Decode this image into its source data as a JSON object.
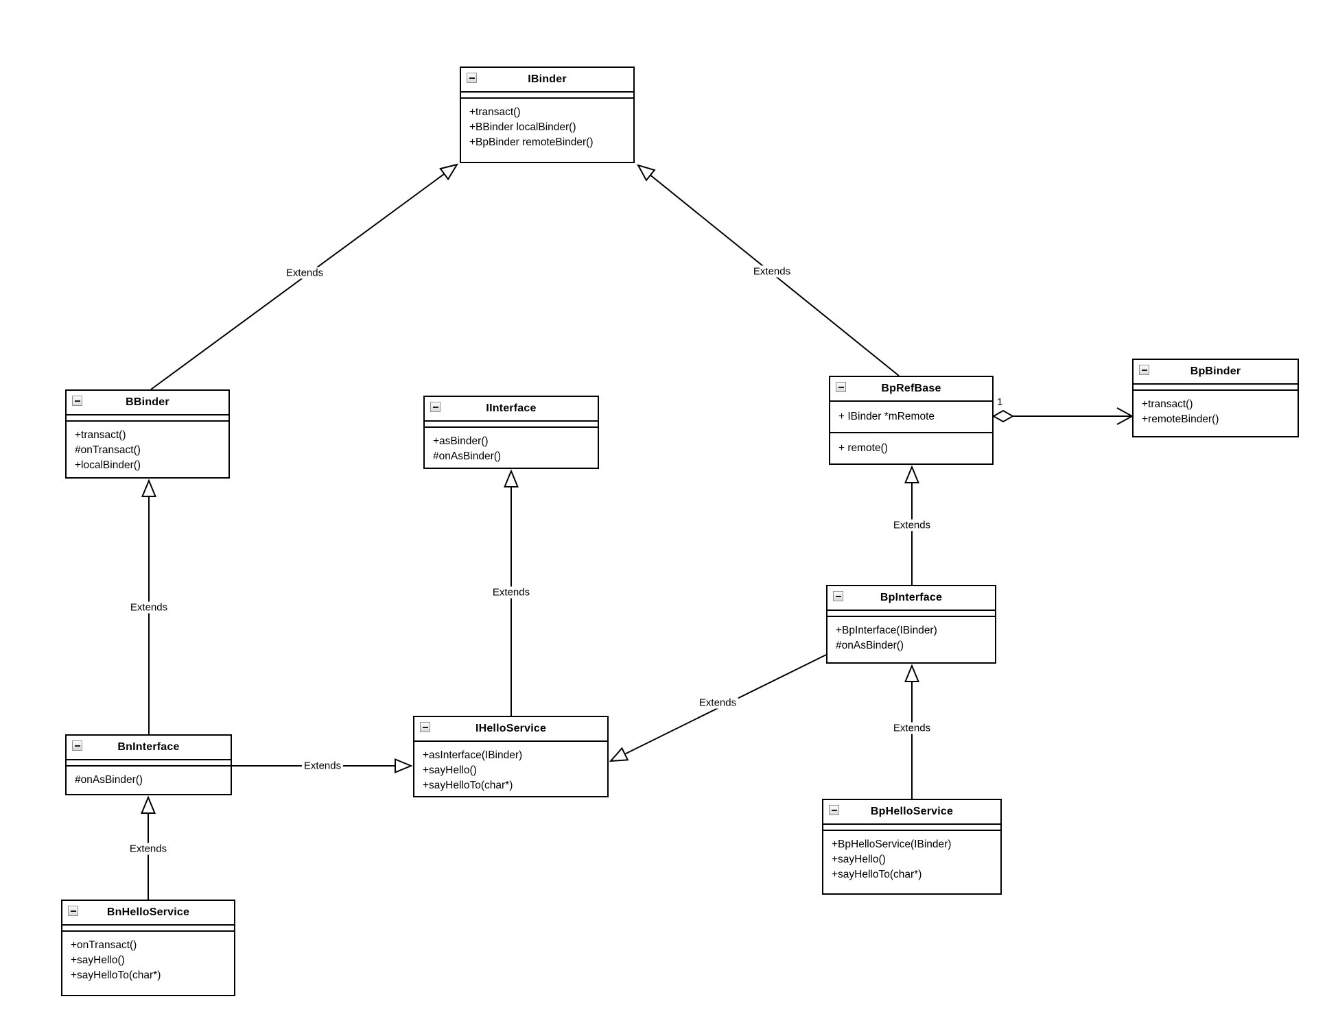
{
  "diagram": {
    "background_color": "#ffffff",
    "line_color": "#000000",
    "text_color": "#000000"
  },
  "classes": [
    {
      "title": "IBinder",
      "attributes": [],
      "operations": [
        "+transact()",
        "+BBinder localBinder()",
        "+BpBinder remoteBinder()"
      ]
    },
    {
      "title": "BBinder",
      "attributes": [],
      "operations": [
        "+transact()",
        "#onTransact()",
        "+localBinder()"
      ]
    },
    {
      "title": "IInterface",
      "attributes": [],
      "operations": [
        "+asBinder()",
        "#onAsBinder()"
      ]
    },
    {
      "title": "BpRefBase",
      "attributes": [
        "+ IBinder *mRemote"
      ],
      "operations": [
        "+ remote()"
      ]
    },
    {
      "title": "BpBinder",
      "attributes": [],
      "operations": [
        "+transact()",
        "+remoteBinder()"
      ]
    },
    {
      "title": "BpInterface",
      "attributes": [],
      "operations": [
        "+BpInterface(IBinder)",
        "#onAsBinder()"
      ]
    },
    {
      "title": "BnInterface",
      "attributes": [],
      "operations": [
        "#onAsBinder()"
      ]
    },
    {
      "title": "IHelloService",
      "attributes": [],
      "operations": [
        "+asInterface(IBinder)",
        "+sayHello()",
        "+sayHelloTo(char*)"
      ]
    },
    {
      "title": "BpHelloService",
      "attributes": [],
      "operations": [
        "+BpHelloService(IBinder)",
        "+sayHello()",
        "+sayHelloTo(char*)"
      ]
    },
    {
      "title": "BnHelloService",
      "attributes": [],
      "operations": [
        "+onTransact()",
        "+sayHello()",
        "+sayHelloTo(char*)"
      ]
    }
  ],
  "edges": [
    {
      "from": "BBinder",
      "to": "IBinder",
      "type": "generalization",
      "label": "Extends"
    },
    {
      "from": "BpRefBase",
      "to": "IBinder",
      "type": "generalization",
      "label": "Extends"
    },
    {
      "from": "BpRefBase",
      "to": "BpBinder",
      "type": "aggregation",
      "label": "1"
    },
    {
      "from": "BpInterface",
      "to": "BpRefBase",
      "type": "generalization",
      "label": "Extends"
    },
    {
      "from": "IHelloService",
      "to": "IInterface",
      "type": "generalization",
      "label": "Extends"
    },
    {
      "from": "BnInterface",
      "to": "BBinder",
      "type": "generalization",
      "label": "Extends"
    },
    {
      "from": "BnInterface",
      "to": "IHelloService",
      "type": "generalization",
      "label": "Extends"
    },
    {
      "from": "BpInterface",
      "to": "IHelloService",
      "type": "generalization",
      "label": "Extends"
    },
    {
      "from": "BpHelloService",
      "to": "BpInterface",
      "type": "generalization",
      "label": "Extends"
    },
    {
      "from": "BnHelloService",
      "to": "BnInterface",
      "type": "generalization",
      "label": "Extends"
    }
  ]
}
